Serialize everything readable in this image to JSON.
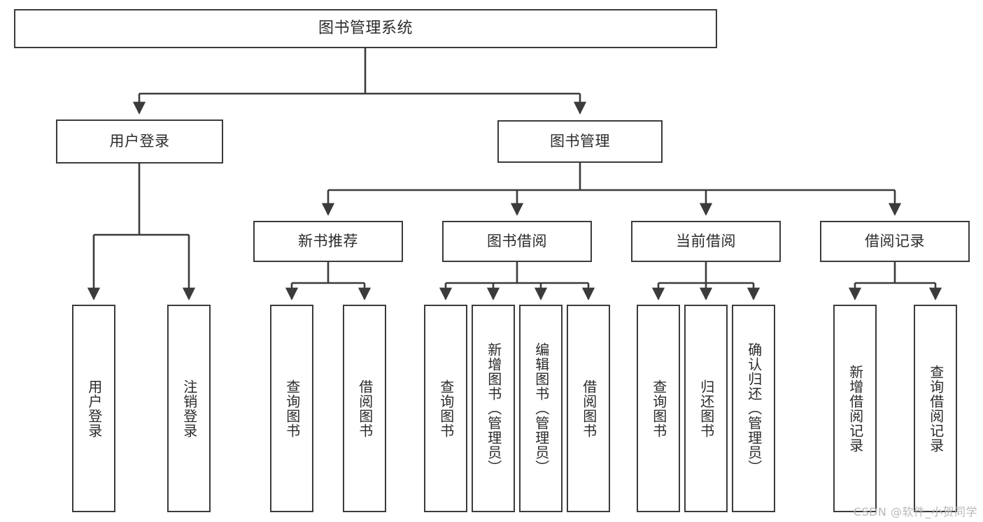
{
  "diagram": {
    "type": "tree",
    "title": "图书管理系统",
    "background_color": "#ffffff",
    "line_color": "#3b3b3b",
    "box_fill": "#ffffff",
    "text_color": "#2b2b2b",
    "nodes": {
      "root": {
        "label": "图书管理系统",
        "orientation": "horizontal"
      },
      "l1": [
        {
          "label": "用户登录",
          "orientation": "horizontal"
        },
        {
          "label": "图书管理",
          "orientation": "horizontal"
        }
      ],
      "l2": [
        {
          "label": "新书推荐",
          "orientation": "horizontal"
        },
        {
          "label": "图书借阅",
          "orientation": "horizontal"
        },
        {
          "label": "当前借阅",
          "orientation": "horizontal"
        },
        {
          "label": "借阅记录",
          "orientation": "horizontal"
        }
      ],
      "leaves_user_login": [
        {
          "label": "用户登录",
          "orientation": "vertical"
        },
        {
          "label": "注销登录",
          "orientation": "vertical"
        }
      ],
      "leaves_new_book": [
        {
          "label": "查询图书",
          "orientation": "vertical"
        },
        {
          "label": "借阅图书",
          "orientation": "vertical"
        }
      ],
      "leaves_borrow": [
        {
          "label": "查询图书",
          "orientation": "vertical"
        },
        {
          "label": "新增图书（管理员）",
          "orientation": "vertical"
        },
        {
          "label": "编辑图书（管理员）",
          "orientation": "vertical"
        },
        {
          "label": "借阅图书",
          "orientation": "vertical"
        }
      ],
      "leaves_current": [
        {
          "label": "查询图书",
          "orientation": "vertical"
        },
        {
          "label": "归还图书",
          "orientation": "vertical"
        },
        {
          "label": "确认归还（管理员）",
          "orientation": "vertical"
        }
      ],
      "leaves_records": [
        {
          "label": "新增借阅记录",
          "orientation": "vertical"
        },
        {
          "label": "查询借阅记录",
          "orientation": "vertical"
        }
      ]
    }
  },
  "watermark": {
    "text": "CSDN @软件_小贺同学"
  }
}
